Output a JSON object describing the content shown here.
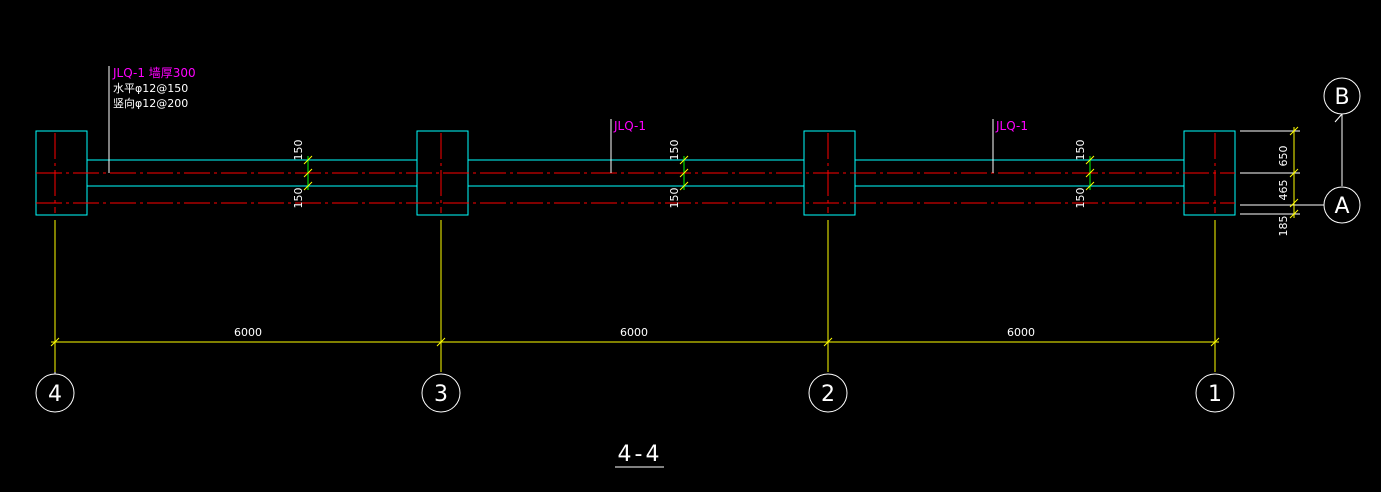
{
  "drawing": {
    "section_title": "4-4",
    "wall_note": {
      "line1": "JLQ-1 墙厚300",
      "line2": "水平φ12@150",
      "line3": "竖向φ12@200"
    },
    "wall_tags": [
      "JLQ-1",
      "JLQ-1"
    ],
    "wall_offset_dims": [
      {
        "upper": "150",
        "lower": "150"
      },
      {
        "upper": "150",
        "lower": "150"
      },
      {
        "upper": "150",
        "lower": "150"
      }
    ],
    "span_dims": [
      "6000",
      "6000",
      "6000"
    ],
    "column_axes": [
      "4",
      "3",
      "2",
      "1"
    ],
    "row_axes": [
      "B",
      "A"
    ],
    "right_dims": [
      "650",
      "465",
      "185"
    ]
  },
  "colors": {
    "background": "#000000",
    "outline": "#00ffff",
    "centerline": "#ff0000",
    "dimension": "#ffff00",
    "dimension_tick": "#00ff00",
    "annotation": "#ff00ff",
    "text": "#ffffff"
  }
}
